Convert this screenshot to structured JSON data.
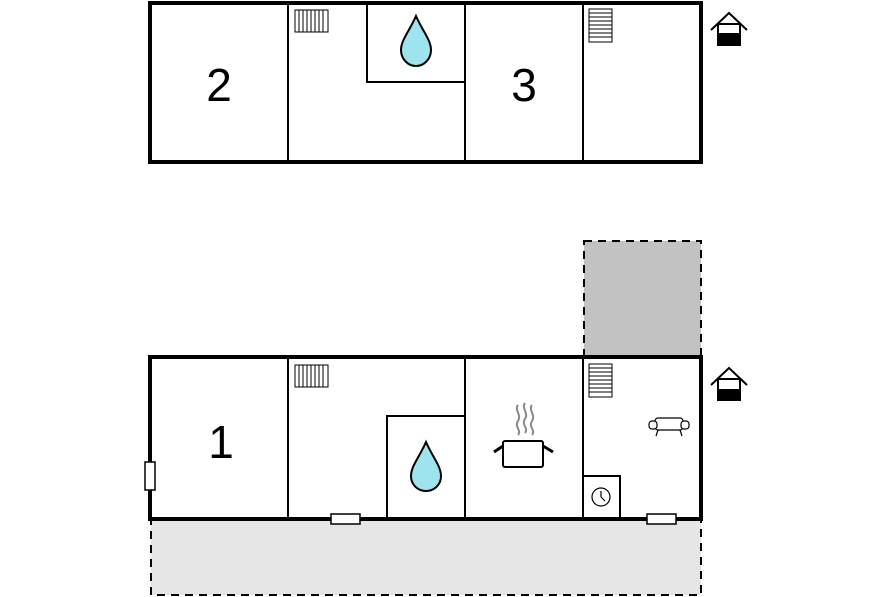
{
  "floors": [
    {
      "level": "upper",
      "rooms": [
        {
          "label": "2",
          "type": "bedroom"
        },
        {
          "label": "",
          "type": "hall",
          "icons": [
            "radiator-icon"
          ]
        },
        {
          "label": "",
          "type": "bathroom",
          "icons": [
            "water-drop-icon"
          ]
        },
        {
          "label": "3",
          "type": "bedroom"
        },
        {
          "label": "",
          "type": "room",
          "icons": [
            "stairs-icon"
          ]
        }
      ],
      "floor_indicator": "house-upper-floor-icon"
    },
    {
      "level": "ground",
      "rooms": [
        {
          "label": "1",
          "type": "bedroom"
        },
        {
          "label": "",
          "type": "hall",
          "icons": [
            "radiator-icon"
          ]
        },
        {
          "label": "",
          "type": "bathroom",
          "icons": [
            "water-drop-icon"
          ]
        },
        {
          "label": "",
          "type": "kitchen",
          "icons": [
            "cooking-pot-icon"
          ]
        },
        {
          "label": "",
          "type": "living-room",
          "icons": [
            "stairs-icon",
            "sofa-icon",
            "clock-icon"
          ]
        }
      ],
      "outdoor_areas": [
        "covered-terrace",
        "terrace"
      ],
      "floor_indicator": "house-ground-floor-icon"
    }
  ],
  "colors": {
    "wall": "#000000",
    "water_drop": "#9ee4ef",
    "covered_area": "#c2c2c2",
    "terrace": "#e6e6e6",
    "icon_grey": "#8a8a8a"
  }
}
